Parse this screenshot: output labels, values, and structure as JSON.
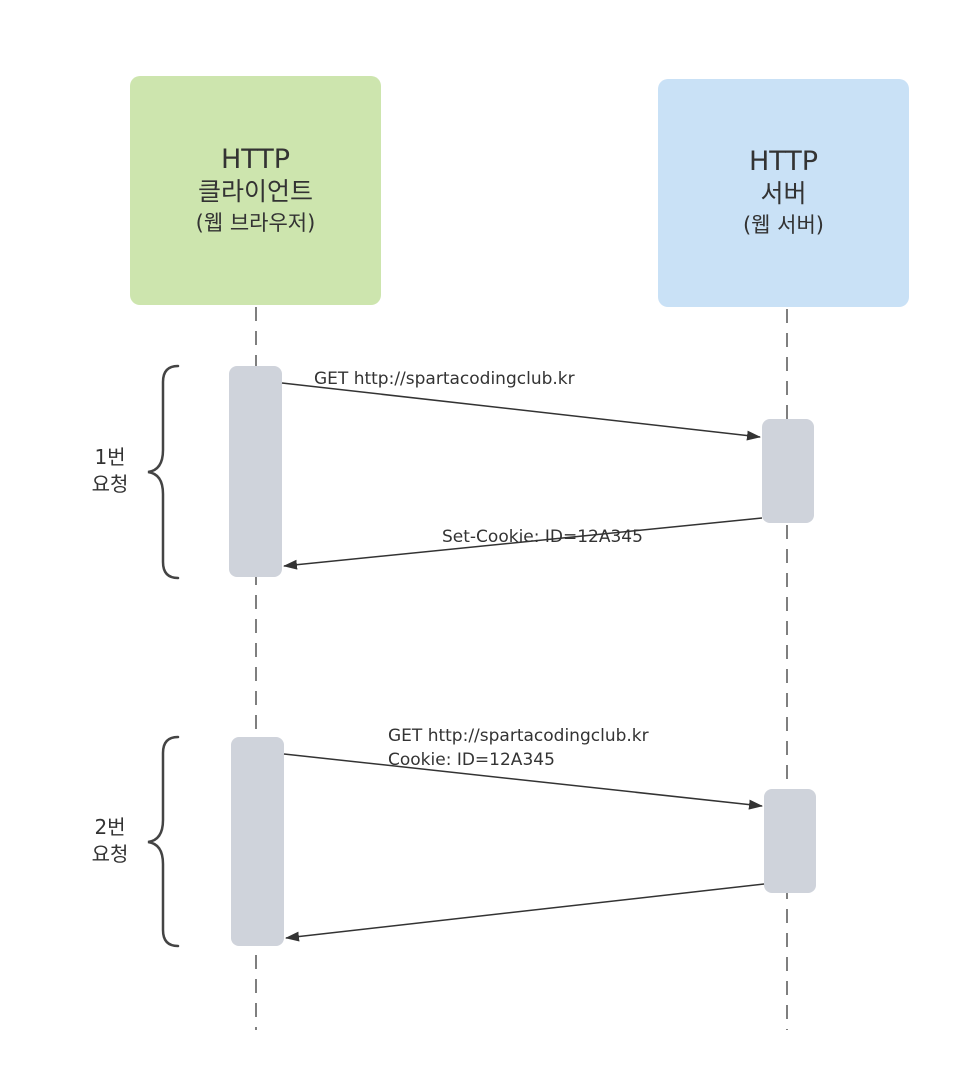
{
  "colors": {
    "client_box": "#cde5ae",
    "server_box": "#c9e1f6",
    "activation": "#cfd3db",
    "line": "#333333"
  },
  "client": {
    "title": "HTTP",
    "subtitle": "클라이언트",
    "paren": "(웹 브라우저)"
  },
  "server": {
    "title": "HTTP",
    "subtitle": "서버",
    "paren": "(웹 서버)"
  },
  "request1": {
    "label_line1": "1번",
    "label_line2": "요청",
    "request_msg": "GET http://spartacodingclub.kr",
    "response_msg": "Set-Cookie: ID=12A345"
  },
  "request2": {
    "label_line1": "2번",
    "label_line2": "요청",
    "request_msg_line1": "GET http://spartacodingclub.kr",
    "request_msg_line2": "Cookie: ID=12A345"
  }
}
